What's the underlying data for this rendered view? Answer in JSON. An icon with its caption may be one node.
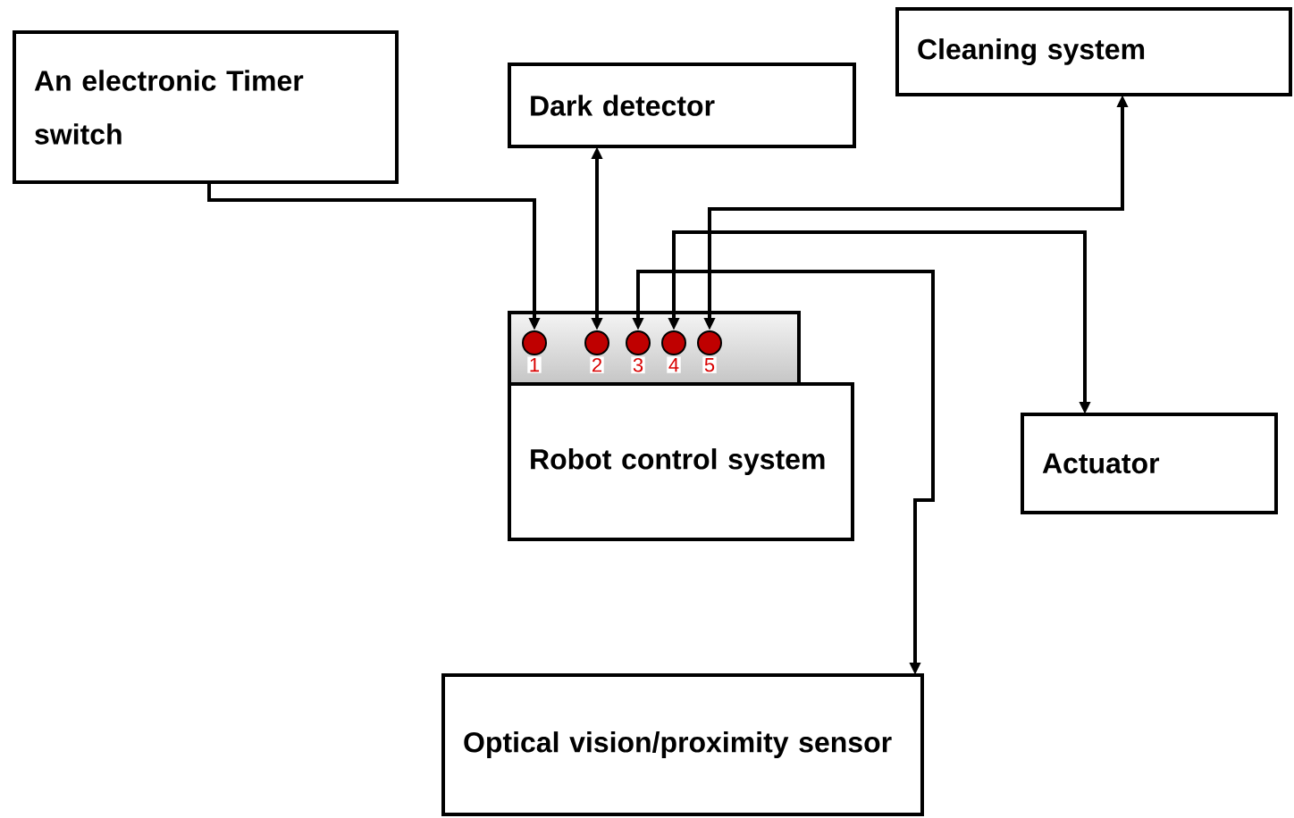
{
  "diagram": {
    "nodes": [
      {
        "text": [
          "An electronic Timer switch"
        ]
      },
      {
        "text": [
          "Dark detector"
        ]
      },
      {
        "text": [
          "Cleaning system"
        ]
      },
      {
        "text": [],
        "shape": "bar"
      },
      {
        "text": [
          "1"
        ],
        "in": 3
      },
      {
        "text": [
          "2"
        ],
        "in": 3
      },
      {
        "text": [
          "3"
        ],
        "in": 3
      },
      {
        "text": [
          "4"
        ],
        "in": 3
      },
      {
        "text": [
          "5"
        ],
        "in": 3
      },
      {
        "text": [
          "Robot control system"
        ]
      },
      {
        "text": [
          "Actuator"
        ]
      },
      {
        "text": [
          "Optical vision/proximity sensor"
        ]
      }
    ],
    "edges": [
      {
        "from": 0,
        "to": 4,
        "arrow": "to"
      },
      {
        "from": 1,
        "to": 5,
        "arrow": "both"
      },
      {
        "from": 6,
        "to": 11,
        "arrow": "both"
      },
      {
        "from": 7,
        "to": 10,
        "arrow": "both"
      },
      {
        "from": 8,
        "to": 2,
        "arrow": "both"
      }
    ]
  }
}
